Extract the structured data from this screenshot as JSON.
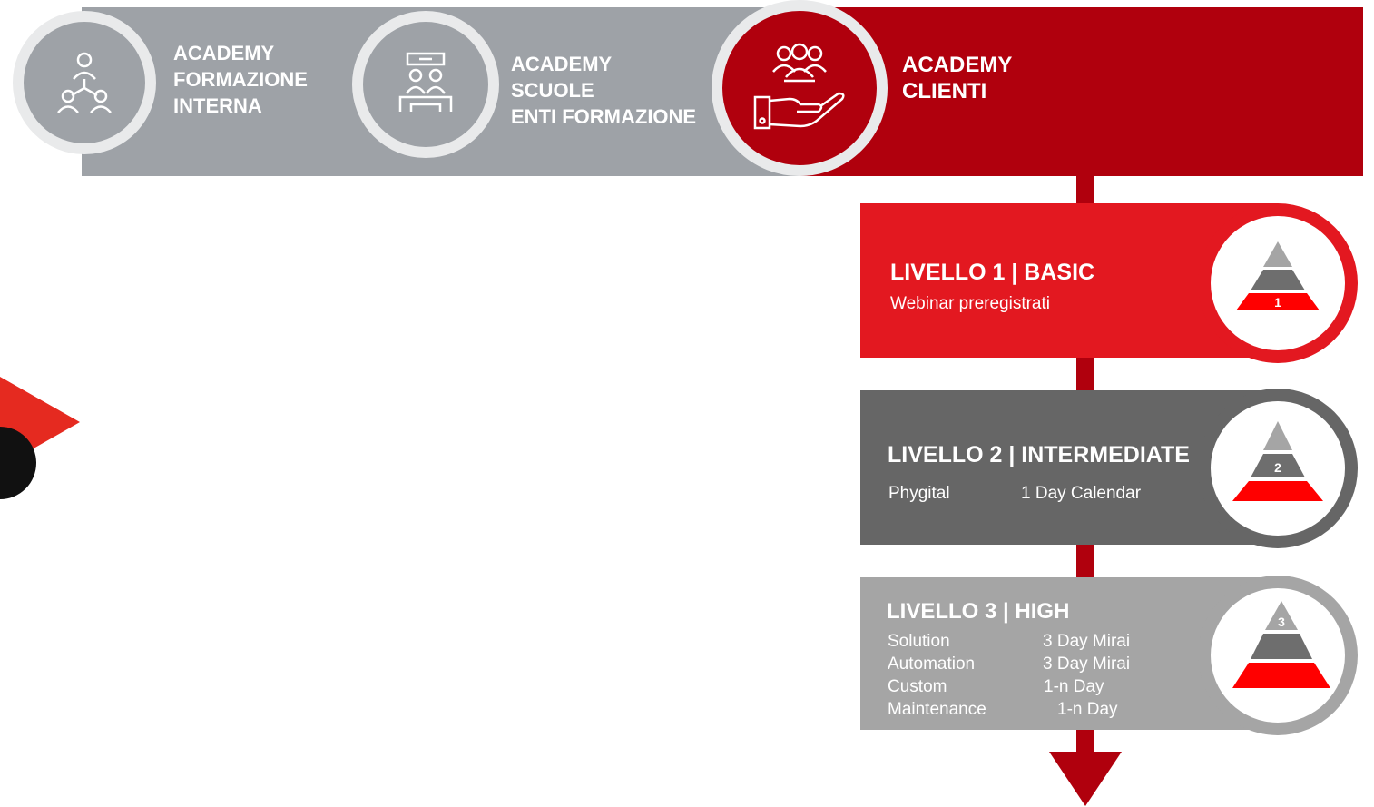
{
  "banner": {
    "items": [
      {
        "lines": [
          "ACADEMY",
          "FORMAZIONE",
          "INTERNA"
        ],
        "icon": "network-people-icon"
      },
      {
        "lines": [
          "ACADEMY",
          "SCUOLE",
          "ENTI FORMAZIONE"
        ],
        "icon": "classroom-icon"
      },
      {
        "lines": [
          "ACADEMY",
          "CLIENTI"
        ],
        "icon": "clients-hand-icon"
      }
    ]
  },
  "levels": [
    {
      "title": "LIVELLO 1 | BASIC",
      "rows": [
        [
          "Webinar preregistrati",
          ""
        ]
      ],
      "badge": "1"
    },
    {
      "title": "LIVELLO 2 | INTERMEDIATE",
      "rows": [
        [
          "Phygital",
          "1 Day Calendar"
        ]
      ],
      "badge": "2"
    },
    {
      "title": "LIVELLO 3 | HIGH",
      "rows": [
        [
          "Solution",
          "3 Day Mirai"
        ],
        [
          "Automation",
          "3 Day Mirai"
        ],
        [
          "Custom",
          "1-n Day"
        ],
        [
          "Maintenance",
          "1-n Day"
        ]
      ],
      "badge": "3"
    }
  ],
  "colors": {
    "gray_banner": "#9ea2a7",
    "dark_red": "#b0000d",
    "bright_red": "#e31820",
    "dark_gray": "#666666",
    "light_gray": "#a5a5a5",
    "pyramid_red": "#ff0000"
  }
}
